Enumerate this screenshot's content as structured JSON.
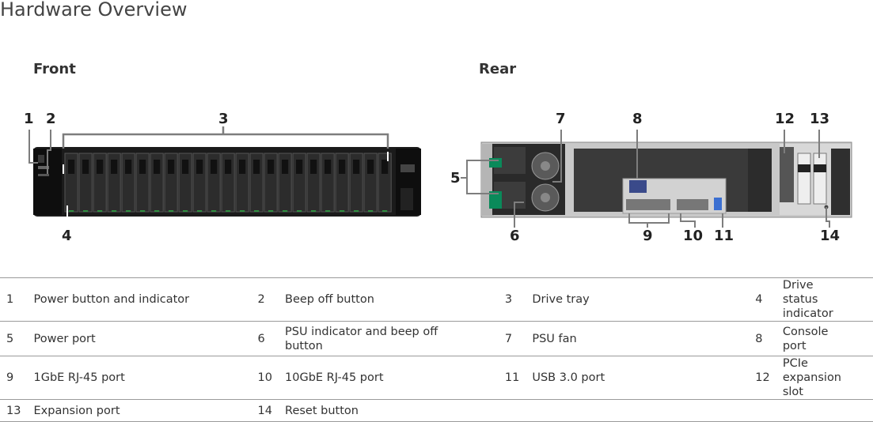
{
  "title": "Hardware Overview",
  "sections": {
    "front": "Front",
    "rear": "Rear"
  },
  "callouts": {
    "c1": "1",
    "c2": "2",
    "c3": "3",
    "c4": "4",
    "c5": "5",
    "c6": "6",
    "c7": "7",
    "c8": "8",
    "c9": "9",
    "c10": "10",
    "c11": "11",
    "c12": "12",
    "c13": "13",
    "c14": "14"
  },
  "legend": [
    [
      {
        "num": "1",
        "label": "Power button and indicator"
      },
      {
        "num": "2",
        "label": "Beep off button"
      },
      {
        "num": "3",
        "label": "Drive tray"
      },
      {
        "num": "4",
        "label": "Drive status indicator"
      }
    ],
    [
      {
        "num": "5",
        "label": "Power port"
      },
      {
        "num": "6",
        "label": "PSU indicator and beep off button"
      },
      {
        "num": "7",
        "label": "PSU fan"
      },
      {
        "num": "8",
        "label": "Console port"
      }
    ],
    [
      {
        "num": "9",
        "label": "1GbE RJ-45 port"
      },
      {
        "num": "10",
        "label": "10GbE RJ-45 port"
      },
      {
        "num": "11",
        "label": "USB 3.0 port"
      },
      {
        "num": "12",
        "label": "PCIe expansion slot"
      }
    ],
    [
      {
        "num": "13",
        "label": "Expansion port"
      },
      {
        "num": "14",
        "label": "Reset button"
      },
      {
        "num": "",
        "label": ""
      },
      {
        "num": "",
        "label": ""
      }
    ]
  ]
}
